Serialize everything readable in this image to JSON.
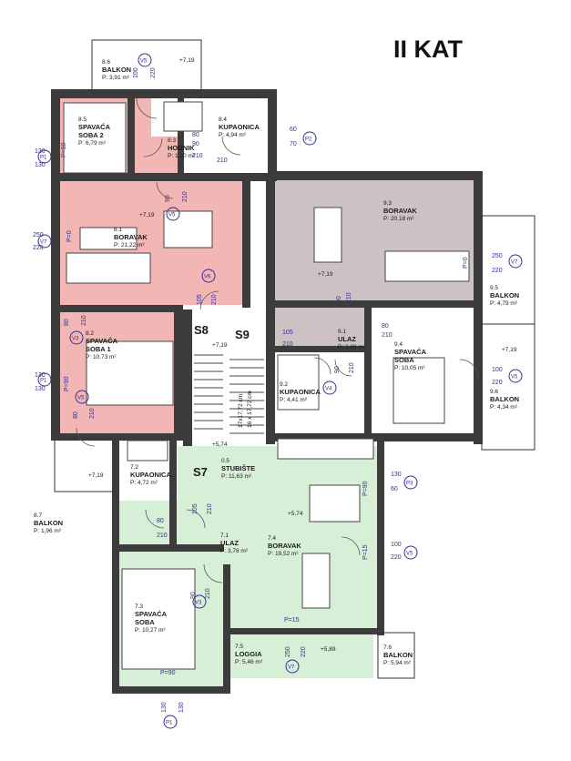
{
  "title": "II KAT",
  "colors": {
    "pink": "#f2b6b5",
    "gray": "#cdc2c3",
    "green": "#d8efd7",
    "wall": "#3c3c3c",
    "blue": "#2f2f8f"
  },
  "rooms": [
    {
      "id": "8.6",
      "name": "BALKON",
      "area": "P: 3,91 m²"
    },
    {
      "id": "8.5",
      "name": "SPAVAĆA",
      "name2": "SOBA 2",
      "area": "P: 6,79 m²"
    },
    {
      "id": "8.3",
      "name": "HODNIK",
      "area": "P: 1,20 m²"
    },
    {
      "id": "8.4",
      "name": "KUPAONICA",
      "area": "P: 4,94 m²"
    },
    {
      "id": "8.1",
      "name": "BORAVAK",
      "area": "P: 21,22 m²"
    },
    {
      "id": "8.2",
      "name": "SPAVAĆA",
      "name2": "SOBA 1",
      "area": "P: 10,73 m²"
    },
    {
      "id": "8.7",
      "name": "BALKON",
      "area": "P: 1,96 m²"
    },
    {
      "id": "9.3",
      "name": "BORAVAK",
      "area": "P: 20,18 m²"
    },
    {
      "id": "9.5",
      "name": "BALKON",
      "area": "P: 4,79 m²"
    },
    {
      "id": "9.1",
      "name": "ULAZ",
      "area": "P: 3,89 m²"
    },
    {
      "id": "9.4",
      "name": "SPAVAĆA",
      "name2": "SOBA",
      "area": "P: 10,05 m²"
    },
    {
      "id": "9.6",
      "name": "BALKON",
      "area": "P: 4,34 m²"
    },
    {
      "id": "9.2",
      "name": "KUPAONICA",
      "area": "P: 4,41 m²"
    },
    {
      "id": "0.5",
      "name": "STUBIŠTE",
      "area": "P: 11,63 m²"
    },
    {
      "id": "7.2",
      "name": "KUPAONICA",
      "area": "P: 4,72 m²"
    },
    {
      "id": "7.1",
      "name": "ULAZ",
      "area": "P: 3,78 m²"
    },
    {
      "id": "7.4",
      "name": "BORAVAK",
      "area": "P: 19,52 m²"
    },
    {
      "id": "7.3",
      "name": "SPAVAĆA",
      "name2": "SOBA",
      "area": "P: 10,27 m²"
    },
    {
      "id": "7.5",
      "name": "LOGGIA",
      "area": "P: 5,46 m²"
    },
    {
      "id": "7.6",
      "name": "BALKON",
      "area": "P: 5,94 m²"
    }
  ],
  "levels": {
    "l1": "+7,19",
    "l2": "+7,19",
    "l3": "+7,19",
    "l4": "+7,19",
    "l5": "+7,19",
    "l6": "+7,19",
    "l7": "+7,19",
    "l8": "+5,74",
    "l9": "+5,74",
    "l10": "+5,89"
  },
  "stairs": {
    "s7": "S7",
    "s8": "S8",
    "s9": "S9",
    "step1": "17x17,72 cm",
    "step2": "16 x 17,72 cm"
  },
  "openings": {
    "v5": "V5",
    "v6": "V6",
    "v7": "V7",
    "v3": "V3",
    "v4": "V4",
    "p1": "P1",
    "p2": "P2",
    "p3": "P3",
    "d100": "100",
    "d220": "220",
    "d130": "130",
    "d250": "250",
    "d60": "60",
    "d70": "70",
    "d80": "80",
    "d90": "90",
    "d105": "105",
    "d210": "210",
    "p90": "P=90",
    "p0": "P=0",
    "p15": "P=15"
  }
}
